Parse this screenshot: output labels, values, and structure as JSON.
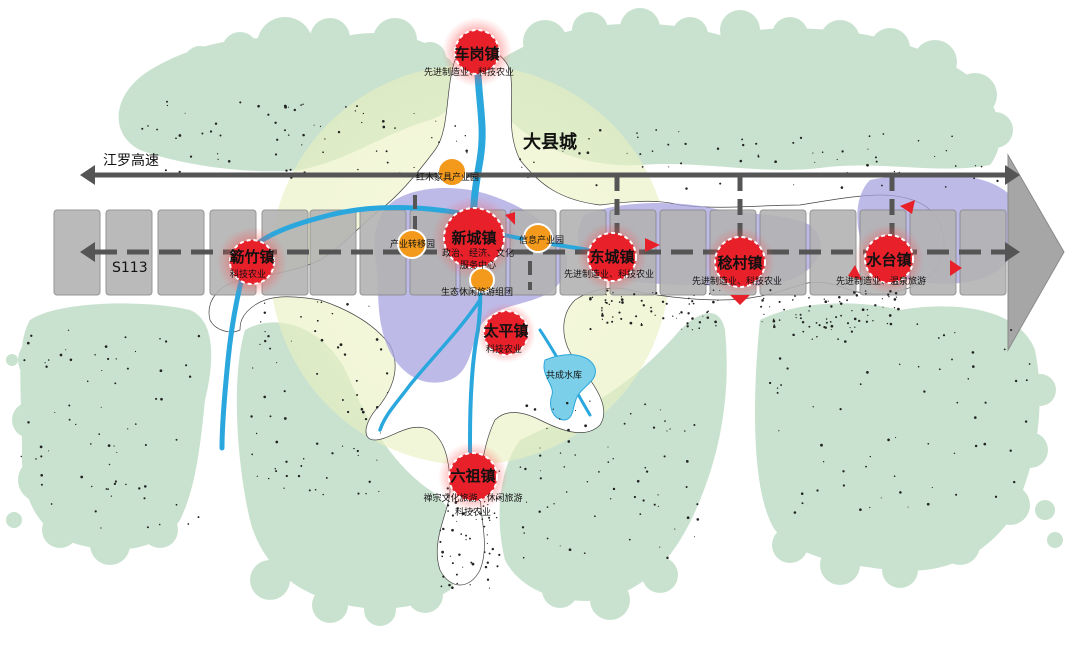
{
  "map": {
    "city_label": "大县城",
    "highway_label": "江罗高速",
    "road_label": "S113",
    "towns": [
      {
        "name": "车岗镇",
        "desc": "先进制造业、科技农业"
      },
      {
        "name": "新城镇",
        "desc": "政治、经济、文化\n服务中心"
      },
      {
        "name": "东城镇",
        "desc": "先进制造业、科技农业"
      },
      {
        "name": "稔村镇",
        "desc": "先进制造业、科技农业"
      },
      {
        "name": "水台镇",
        "desc": "先进制造业、温泉旅游"
      },
      {
        "name": "簕竹镇",
        "desc": "科技农业"
      },
      {
        "name": "太平镇",
        "desc": "科技农业"
      },
      {
        "name": "六祖镇",
        "desc": "禅宗文化旅游、休闲旅游\n科技农业"
      }
    ],
    "parks": [
      {
        "name": "红木家具产业园"
      },
      {
        "name": "产业转移园"
      },
      {
        "name": "信息产业园"
      },
      {
        "name": "生态休闲旅游组团"
      }
    ],
    "water_label": "共成水库",
    "colors": {
      "green": "#c9e2cf",
      "core_yellow": "#eef3c6",
      "purple": "#a7a3e0",
      "river": "#2aa7dd",
      "town_red": "#e8202a",
      "park_orange": "#f39a1c",
      "road_gray": "#555555",
      "block_gray": "#b3b3b3"
    }
  }
}
